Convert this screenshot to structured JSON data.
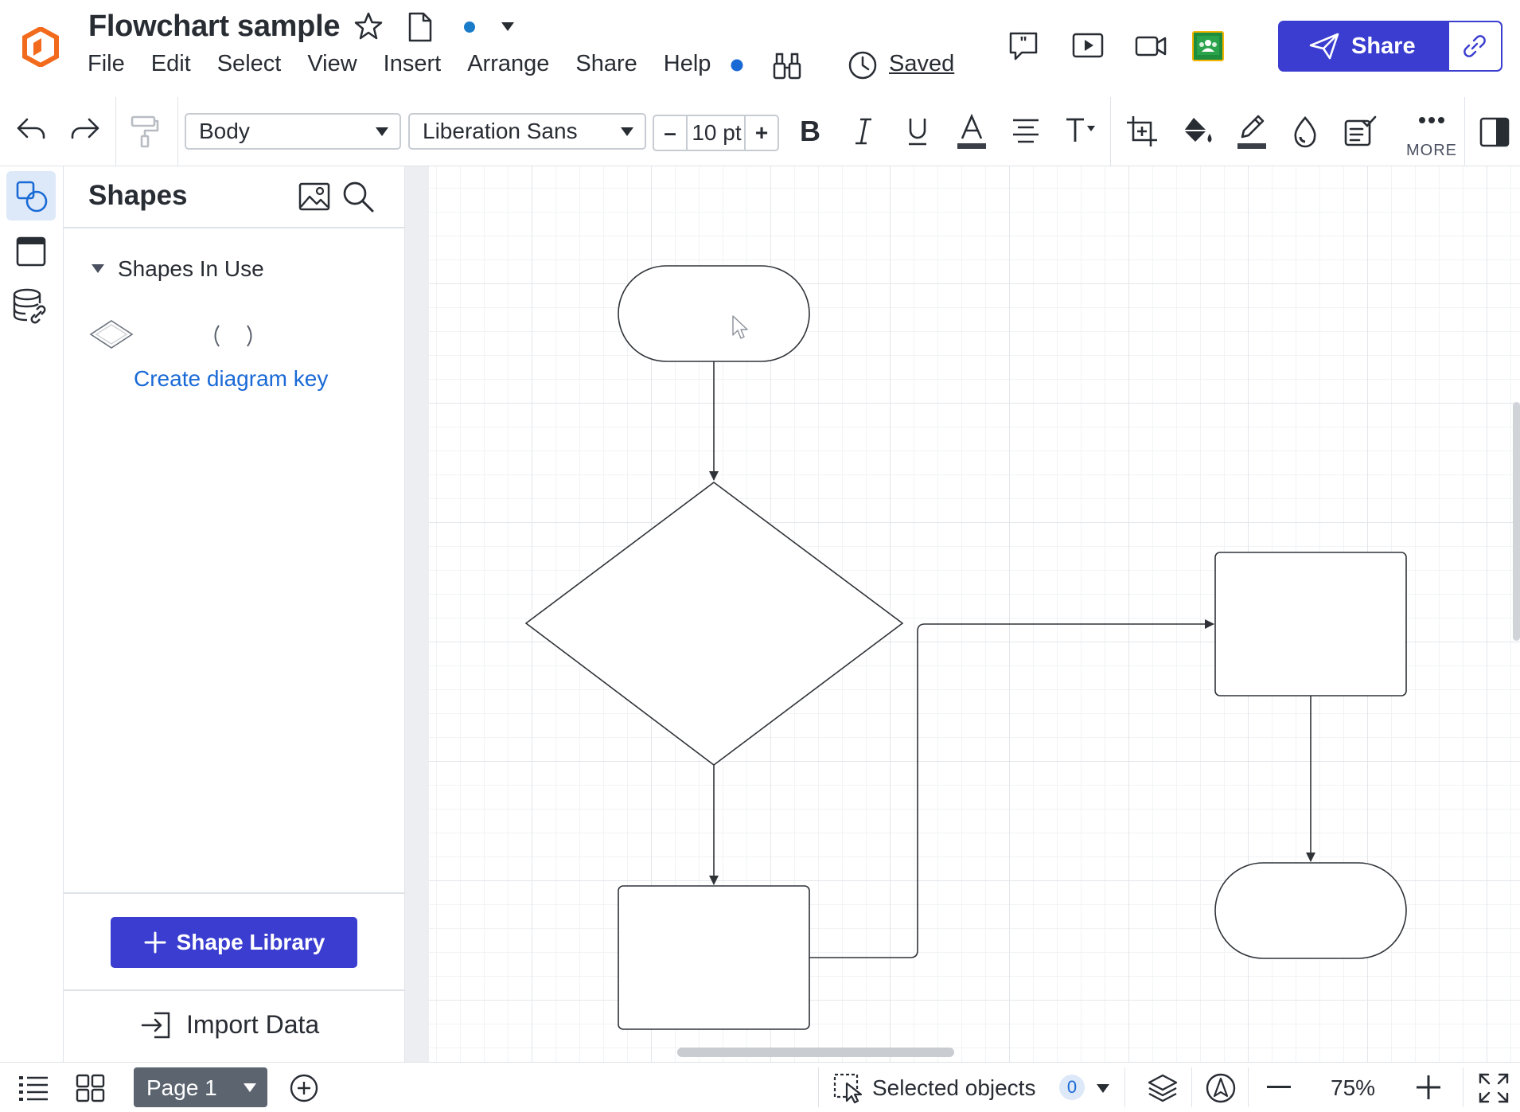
{
  "document": {
    "title": "Flowchart sample",
    "save_status": "Saved"
  },
  "menu": [
    "File",
    "Edit",
    "Select",
    "View",
    "Insert",
    "Arrange",
    "Share",
    "Help"
  ],
  "share_button": {
    "label": "Share"
  },
  "toolbar": {
    "text_style": "Body",
    "font_family": "Liberation Sans",
    "font_size": "10 pt",
    "font_size_minus": "–",
    "font_size_plus": "+",
    "more_label": "MORE"
  },
  "shapes_panel": {
    "title": "Shapes",
    "section_label": "Shapes In Use",
    "create_key_label": "Create diagram key",
    "shape_library_label": "Shape Library",
    "import_data_label": "Import Data"
  },
  "bottom_bar": {
    "page_label": "Page 1",
    "selected_label": "Selected objects",
    "selected_count": "0",
    "zoom": "75%"
  },
  "colors": {
    "accent": "#3a3dcf",
    "link": "#1a6ad6",
    "logo_orange": "#f26a1b",
    "presence_dot": "#1a6ad6",
    "classroom_green": "#1e8e3e",
    "classroom_border": "#f4b400"
  }
}
